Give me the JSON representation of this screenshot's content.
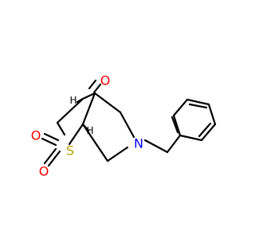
{
  "molecule": {
    "atoms": [
      {
        "symbol": "O",
        "role": "ketone-oxygen",
        "color": "#ff0000"
      },
      {
        "symbol": "S",
        "role": "sulfur",
        "color": "#b8a000"
      },
      {
        "symbol": "O",
        "role": "sulfone-oxygen-1",
        "color": "#ff0000"
      },
      {
        "symbol": "O",
        "role": "sulfone-oxygen-2",
        "color": "#ff0000"
      },
      {
        "symbol": "N",
        "role": "amine-nitrogen",
        "color": "#0000ff"
      }
    ],
    "stereo_labels": [
      {
        "symbol": "H",
        "role": "upper-bridgehead-h",
        "color": "#000000"
      },
      {
        "symbol": "H",
        "role": "lower-bridgehead-h",
        "color": "#000000"
      }
    ]
  }
}
